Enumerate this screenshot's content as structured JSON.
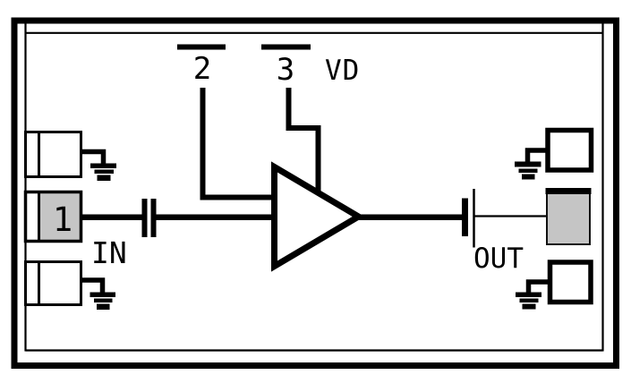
{
  "schematic": {
    "pin1_label": "1",
    "pin2_label": "2",
    "pin3_label": "3",
    "vd_label": "VD",
    "in_label": "IN",
    "out_label": "OUT",
    "colors": {
      "line": "#000000",
      "background": "#ffffff",
      "pad_fill": "#c5c5c5"
    }
  }
}
